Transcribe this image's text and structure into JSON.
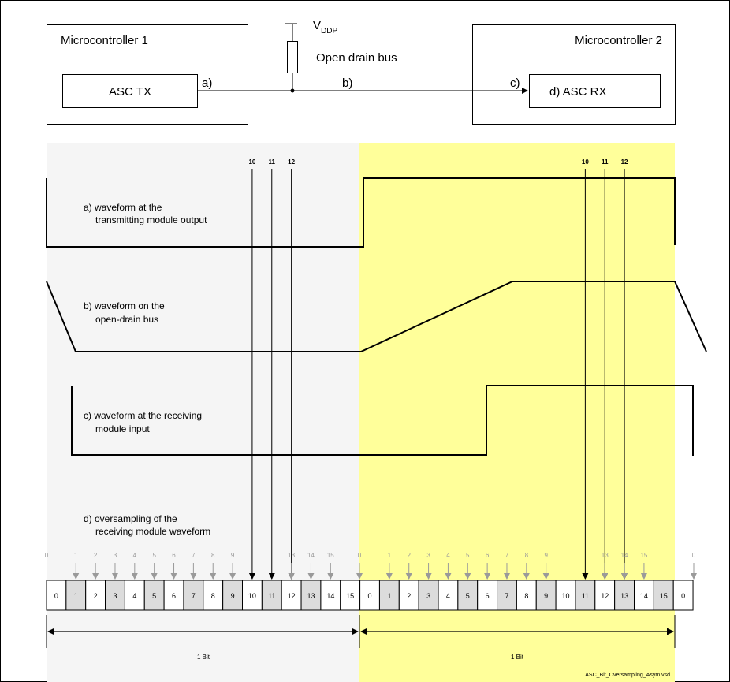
{
  "block_diagram": {
    "mc1_label": "Microcontroller 1",
    "mc2_label": "Microcontroller 2",
    "asc_tx": "ASC TX",
    "asc_rx": "d)  ASC RX",
    "vddp": "V",
    "vddp_sub": "DDP",
    "bus_label": "Open drain bus",
    "point_a": "a)",
    "point_b": "b)",
    "point_c": "c)"
  },
  "waveforms": {
    "a_line1": "a) waveform at the",
    "a_line2": "transmitting module output",
    "b_line1": "b) waveform on the",
    "b_line2": "open-drain bus",
    "c_line1": "c) waveform at the receiving",
    "c_line2": "module input",
    "d_line1": "d) oversampling of the",
    "d_line2": "receiving module waveform"
  },
  "sample_markers": {
    "left": [
      "10",
      "11",
      "12"
    ],
    "right": [
      "10",
      "11",
      "12"
    ]
  },
  "sampling_ticks": {
    "top_labels": [
      "0",
      "1",
      "2",
      "3",
      "4",
      "5",
      "6",
      "7",
      "8",
      "9",
      "",
      "",
      "13",
      "14",
      "15",
      "0",
      "1",
      "2",
      "3",
      "4",
      "5",
      "6",
      "7",
      "8",
      "9",
      "",
      "",
      "13",
      "14",
      "15",
      "0"
    ]
  },
  "cells": [
    "0",
    "1",
    "2",
    "3",
    "4",
    "5",
    "6",
    "7",
    "8",
    "9",
    "10",
    "11",
    "12",
    "13",
    "14",
    "15",
    "0",
    "1",
    "2",
    "3",
    "4",
    "5",
    "6",
    "7",
    "8",
    "9",
    "10",
    "11",
    "12",
    "13",
    "14",
    "15",
    "0"
  ],
  "bit_labels": [
    "1 Bit",
    "1 Bit"
  ],
  "filename": "ASC_Bit_Oversampling_Asym.vsd",
  "colors": {
    "left_bg": "#f5f5f5",
    "right_bg": "#ffff9a",
    "shaded_cell": "#dcdcdc",
    "tick_gray": "#9a9a9a"
  }
}
